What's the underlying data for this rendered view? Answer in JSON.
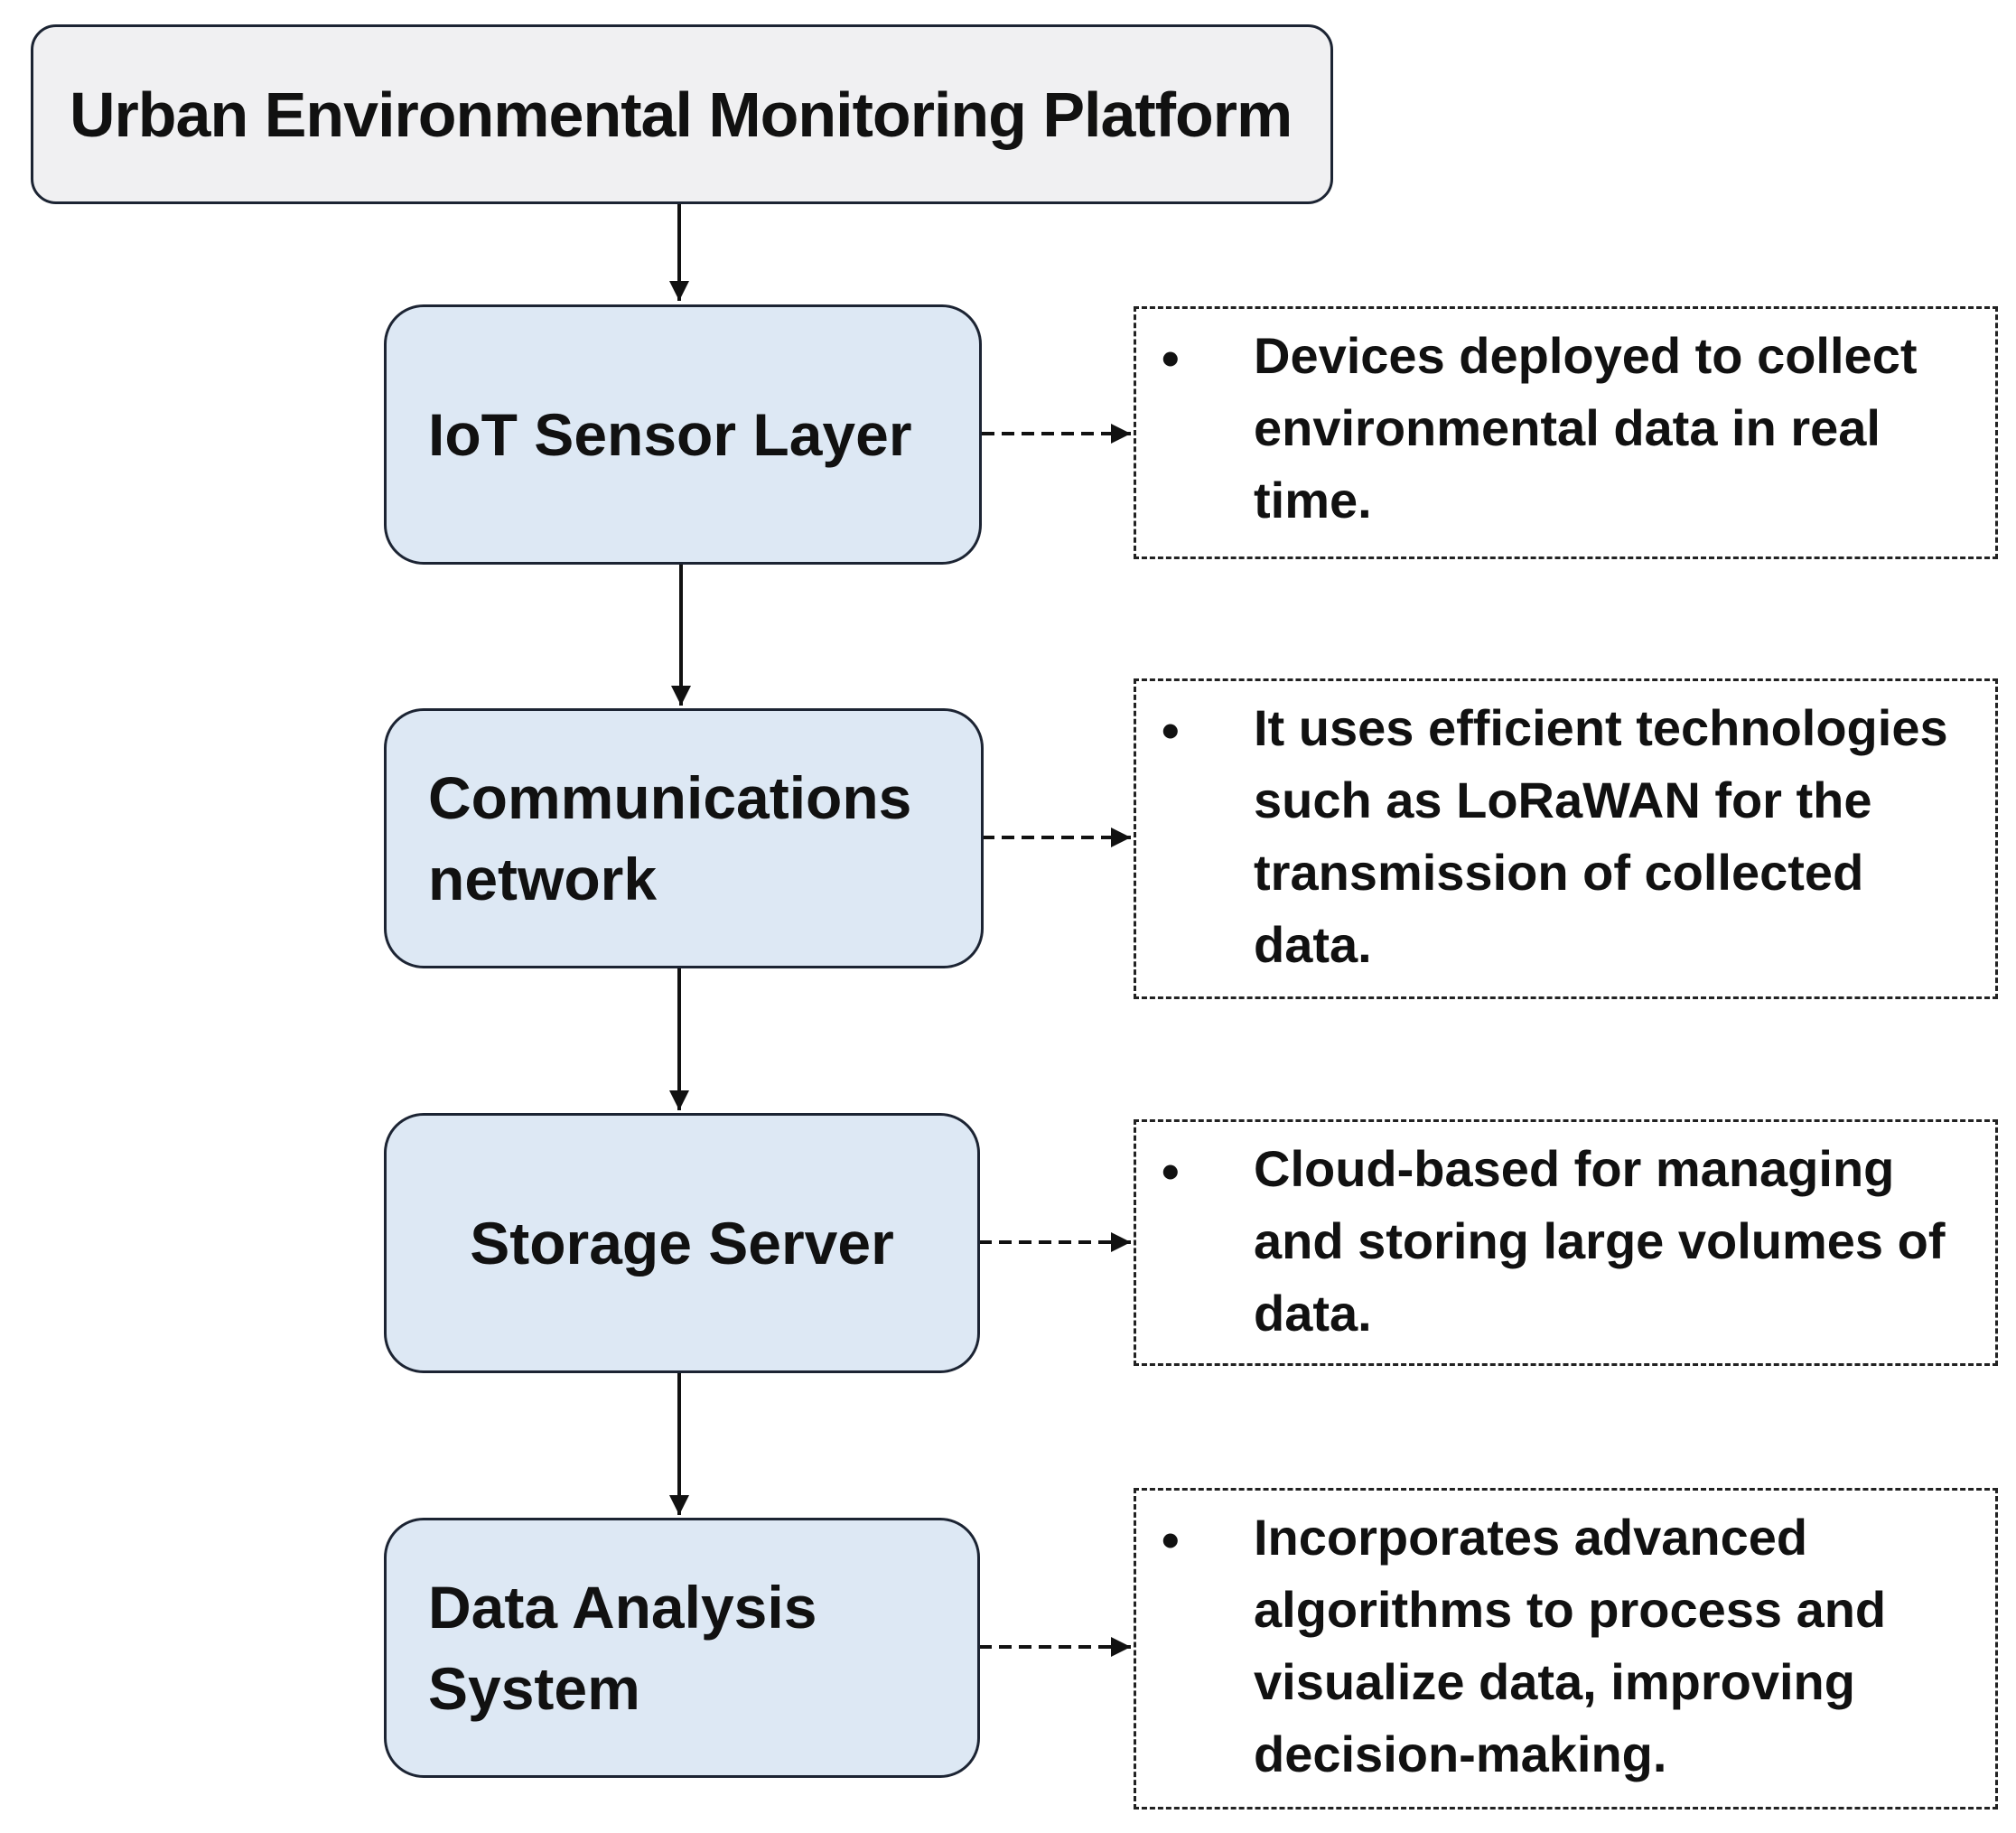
{
  "platform": {
    "title": "Urban Environmental Monitoring Platform"
  },
  "layers": [
    {
      "label": "IoT Sensor Layer",
      "note": "Devices deployed to collect environmental data in real time."
    },
    {
      "label": "Communications network",
      "note": "It uses efficient technologies such as LoRaWAN for the transmission of collected data."
    },
    {
      "label": "Storage Server",
      "note": "Cloud-based for managing and storing large volumes of data."
    },
    {
      "label": "Data Analysis System",
      "note": "Incorporates advanced algorithms to process and visualize data, improving decision-making."
    }
  ],
  "bullet_glyph": "•",
  "colors": {
    "layer_fill": "#dde8f4",
    "title_fill": "#f0f0f2",
    "border": "#1c2433"
  }
}
